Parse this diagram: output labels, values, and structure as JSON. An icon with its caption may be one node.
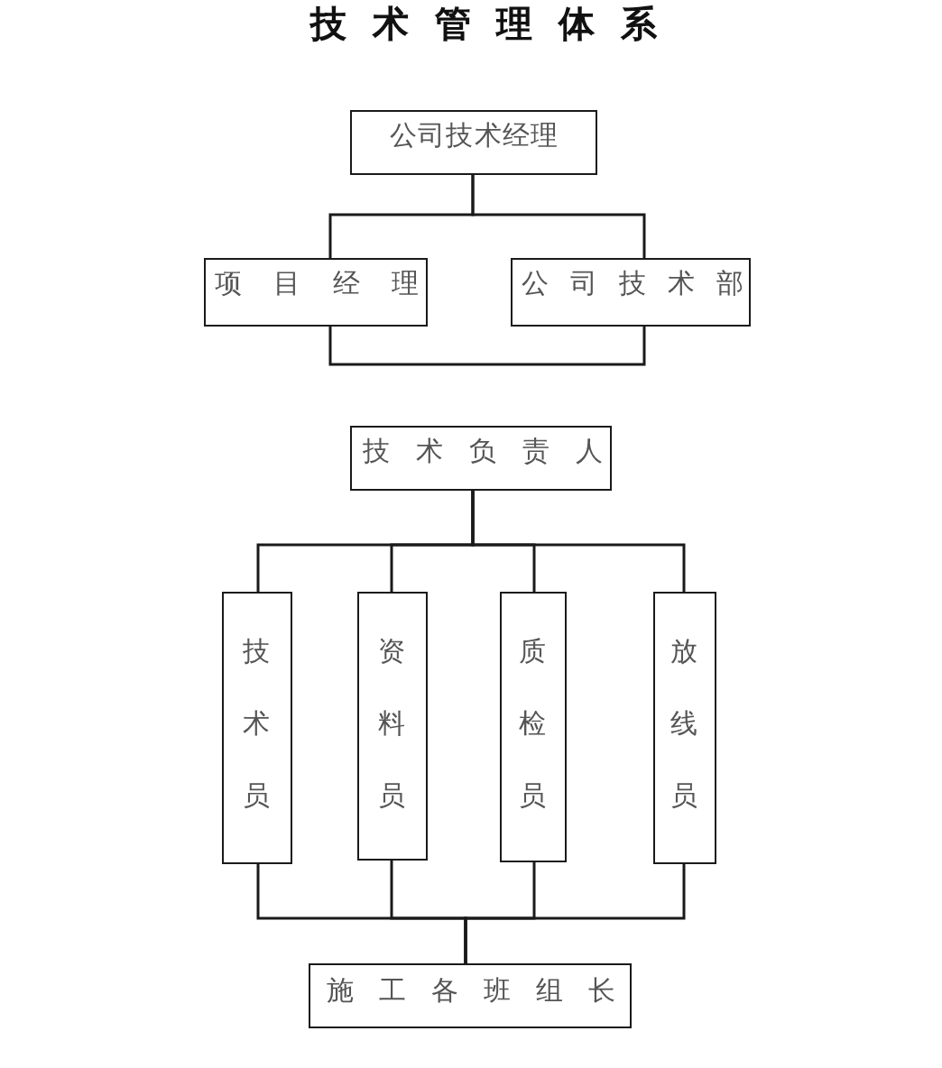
{
  "diagram": {
    "title": "技术管理体系",
    "nodes": [
      {
        "text": [
          "公司技术经理"
        ]
      },
      {
        "text": [
          "项目经理"
        ]
      },
      {
        "text": [
          "公司技术部"
        ]
      },
      {
        "text": [
          "技术负责人"
        ]
      },
      {
        "text": [
          "技术员"
        ]
      },
      {
        "text": [
          "资料员"
        ]
      },
      {
        "text": [
          "质检员"
        ]
      },
      {
        "text": [
          "放线员"
        ]
      },
      {
        "text": [
          "施工各班组长"
        ]
      }
    ],
    "edges": [
      {
        "from": 0,
        "to": 1,
        "arrow": "none"
      },
      {
        "from": 0,
        "to": 2,
        "arrow": "none"
      },
      {
        "from": 1,
        "to": 2,
        "arrow": "none"
      },
      {
        "from": 3,
        "to": 4,
        "arrow": "none"
      },
      {
        "from": 3,
        "to": 5,
        "arrow": "none"
      },
      {
        "from": 3,
        "to": 6,
        "arrow": "none"
      },
      {
        "from": 3,
        "to": 7,
        "arrow": "none"
      },
      {
        "from": 4,
        "to": 8,
        "arrow": "none"
      },
      {
        "from": 5,
        "to": 8,
        "arrow": "none"
      },
      {
        "from": 6,
        "to": 8,
        "arrow": "none"
      },
      {
        "from": 7,
        "to": 8,
        "arrow": "none"
      }
    ]
  }
}
